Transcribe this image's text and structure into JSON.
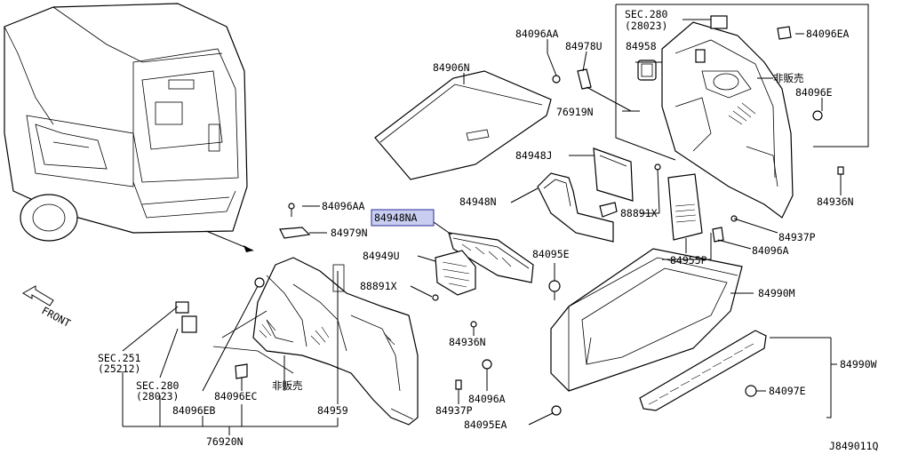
{
  "figure_id": "J849011Q",
  "front_label": "FRONT",
  "highlighted_part": "84948NA",
  "highlight_color": "#c9cef0",
  "part_labels": {
    "p84906N": "84906N",
    "p84096AA_top": "84096AA",
    "p84978U": "84978U",
    "p84958": "84958",
    "p76919N": "76919N",
    "sec280_right_a": "SEC.280",
    "sec280_right_b": "(28023)",
    "p84096EA": "84096EA",
    "hanbai_right": "非販売",
    "p84096E": "84096E",
    "p84936N_right": "84936N",
    "p84948J": "84948J",
    "p84948N": "84948N",
    "p88891X_right": "88891X",
    "p84937P_right": "84937P",
    "p84096A_right": "84096A",
    "p84955P": "84955P",
    "p84096AA_mid": "84096AA",
    "p84948NA": "84948NA",
    "p84979N": "84979N",
    "p84949U": "84949U",
    "p84095E": "84095E",
    "p88891X_left": "88891X",
    "p84990M": "84990M",
    "p84936N_mid": "84936N",
    "sec251_a": "SEC.251",
    "sec251_b": "(25212)",
    "sec280_left_a": "SEC.280",
    "sec280_left_b": "(28023)",
    "p84096EB": "84096EB",
    "p84096EC": "84096EC",
    "hanbai_left": "非販売",
    "p84959": "84959",
    "p84096A_mid": "84096A",
    "p84937P_mid": "84937P",
    "p84095EA": "84095EA",
    "p84990W": "84990W",
    "p84097E": "84097E",
    "p76920N": "76920N"
  }
}
